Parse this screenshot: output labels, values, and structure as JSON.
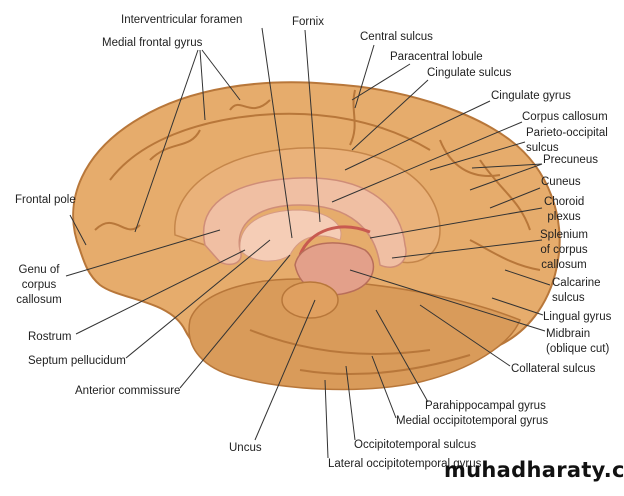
{
  "labels": {
    "interventricular_foramen": "Interventricular foramen",
    "medial_frontal_gyrus": "Medial frontal gyrus",
    "fornix": "Fornix",
    "central_sulcus": "Central sulcus",
    "paracentral_lobule": "Paracentral lobule",
    "cingulate_sulcus": "Cingulate sulcus",
    "cingulate_gyrus": "Cingulate gyrus",
    "corpus_callosum": "Corpus callosum",
    "parieto_occipital_1": "Parieto-occipital",
    "parieto_occipital_2": "sulcus",
    "precuneus": "Precuneus",
    "cuneus": "Cuneus",
    "choroid_1": "Choroid",
    "choroid_2": "plexus",
    "splenium_1": "Splenium",
    "splenium_2": "of corpus",
    "splenium_3": "callosum",
    "calcarine_1": "Calcarine",
    "calcarine_2": "sulcus",
    "lingual_gyrus": "Lingual gyrus",
    "midbrain_1": "Midbrain",
    "midbrain_2": "(oblique cut)",
    "collateral_sulcus": "Collateral sulcus",
    "parahippocampal_gyrus": "Parahippocampal gyrus",
    "medial_occipitotemporal_gyrus": "Medial occipitotemporal gyrus",
    "occipitotemporal_sulcus": "Occipitotemporal sulcus",
    "lateral_occipitotemporal_gyrus": "Lateral occipitotemporal gyrus",
    "uncus": "Uncus",
    "anterior_commissure": "Anterior commissure",
    "septum_pellucidum": "Septum pellucidum",
    "rostrum": "Rostrum",
    "genu_1": "Genu of",
    "genu_2": "corpus",
    "genu_3": "callosum",
    "frontal_pole": "Frontal pole"
  },
  "watermark": "muhadharaty.com",
  "colors": {
    "cortex": "#e6ac6c",
    "cortex_dark": "#b8773a",
    "callosum": "#f0bfa3",
    "midbrain": "#e3a08a"
  }
}
